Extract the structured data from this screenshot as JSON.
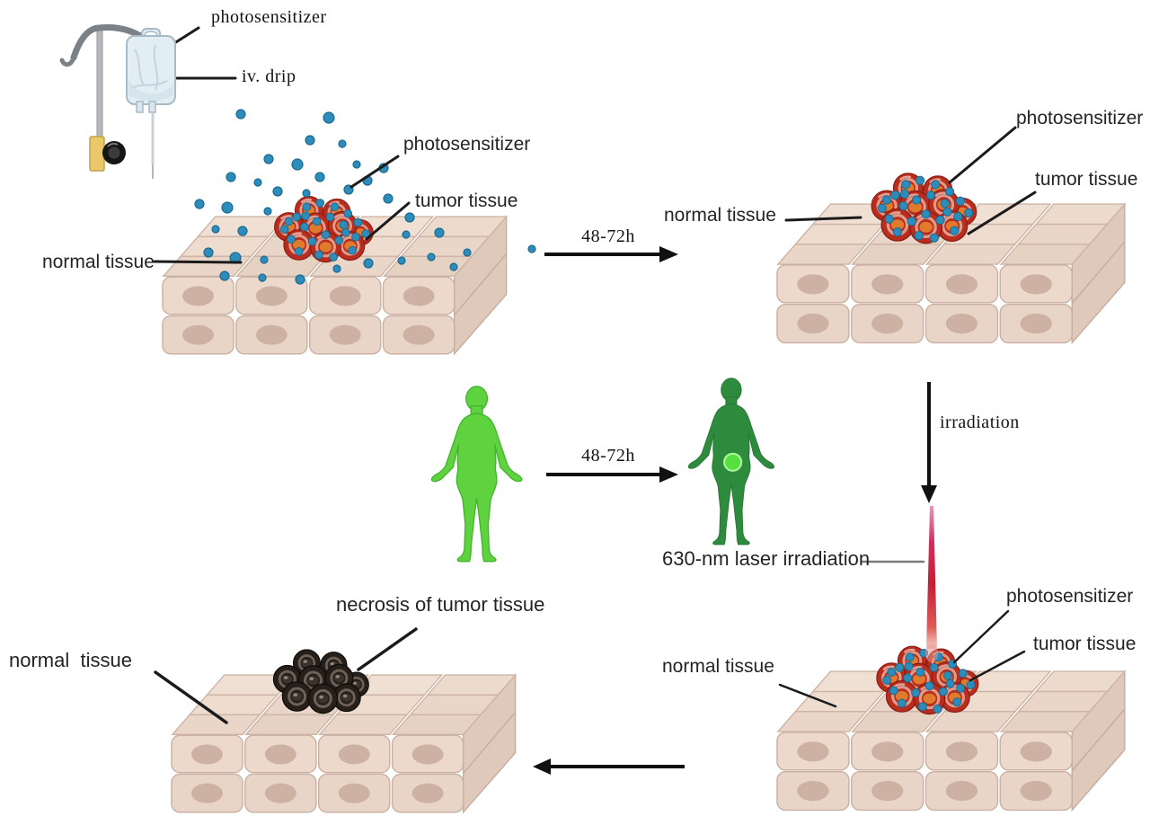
{
  "iv_setup": {
    "photosensitizer_label": "photosensitizer",
    "drip_label": "iv. drip"
  },
  "stage_injection": {
    "photosensitizer_label": "photosensitizer",
    "tumor_label": "tumor tissue",
    "normal_label": "normal tissue"
  },
  "stage_accumulation": {
    "interval_label": "48-72h",
    "photosensitizer_label": "photosensitizer",
    "tumor_label": "tumor tissue",
    "normal_label": "normal tissue"
  },
  "stage_localization": {
    "interval_label": "48-72h"
  },
  "stage_irradiation": {
    "irradiation_label": "irradiation",
    "laser_label": "630-nm laser irradiation",
    "photosensitizer_label": "photosensitizer",
    "tumor_label": "tumor tissue",
    "normal_label": "normal tissue"
  },
  "stage_necrosis": {
    "necrosis_label": "necrosis of tumor tissue",
    "normal_label": "normal  tissue"
  },
  "colors": {
    "photosensitizer_blue": "#2e8cbb",
    "tumor_red": "#b92c1e",
    "tumor_nucleus_orange": "#e07a2c",
    "normal_tissue_beige": "#ecd9cc",
    "necrosis_dark": "#27201a",
    "body_light_green": "#5fd33f",
    "body_dark_green": "#2e8b3d",
    "laser_red": "#c41f38"
  }
}
